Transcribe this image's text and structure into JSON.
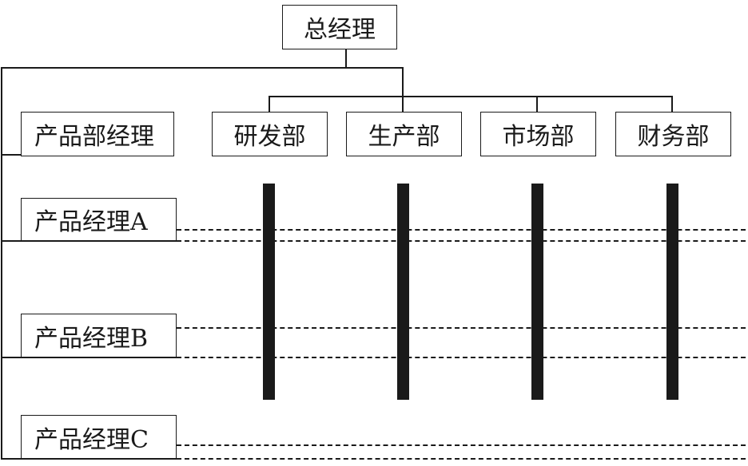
{
  "top": {
    "label": "总经理"
  },
  "product_dept": {
    "label": "产品部经理"
  },
  "departments": [
    {
      "label": "研发部"
    },
    {
      "label": "生产部"
    },
    {
      "label": "市场部"
    },
    {
      "label": "财务部"
    }
  ],
  "product_managers": [
    {
      "label": "产品经理A"
    },
    {
      "label": "产品经理B"
    },
    {
      "label": "产品经理C"
    }
  ]
}
